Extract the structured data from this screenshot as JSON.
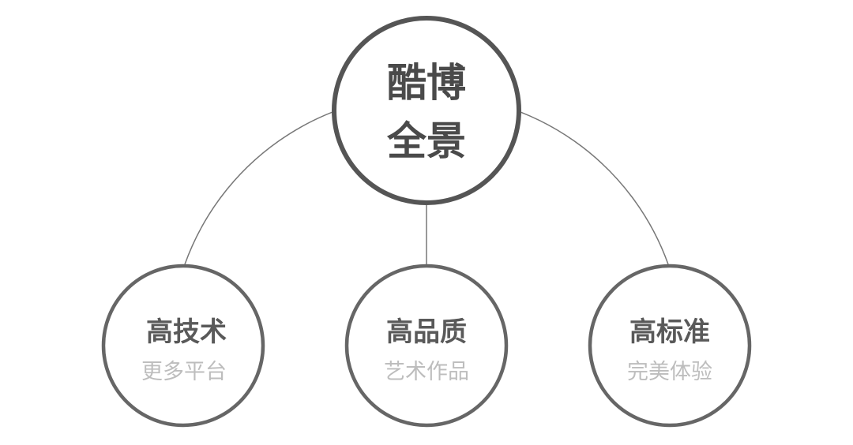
{
  "center": {
    "line1": "酷博",
    "line2": "全景"
  },
  "nodes": [
    {
      "title": "高技术",
      "subtitle": "更多平台"
    },
    {
      "title": "高品质",
      "subtitle": "艺术作品"
    },
    {
      "title": "高标准",
      "subtitle": "完美体验"
    }
  ],
  "colors": {
    "stroke": "#666666",
    "title": "#595959",
    "subtitle": "#bdbdbd",
    "line": "#777777"
  }
}
